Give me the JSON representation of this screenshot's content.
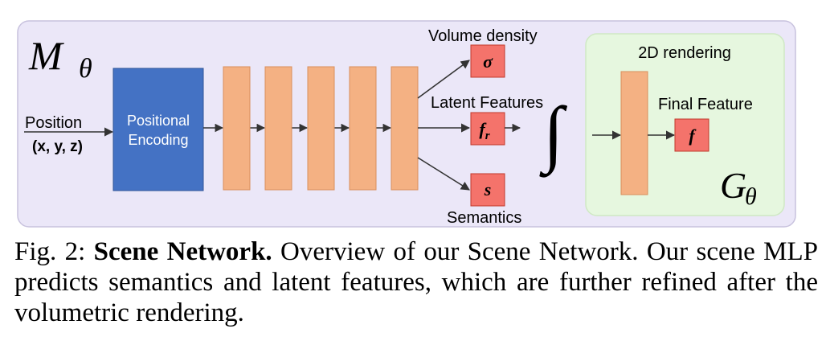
{
  "diagram": {
    "outer_symbol": "M",
    "outer_symbol_subscript": "θ",
    "input_label": "Position",
    "input_coords": "(x, y, z)",
    "encoder_label_line1": "Positional",
    "encoder_label_line2": "Encoding",
    "out_density_label": "Volume density",
    "out_density_symbol": "σ",
    "out_latent_label": "Latent Features",
    "out_latent_symbol": "f",
    "out_latent_subscript": "r",
    "out_semantic_label": "Semantics",
    "out_semantic_symbol": "s",
    "integral_symbol": "∫",
    "render_title": "2D rendering",
    "final_label": "Final Feature",
    "final_symbol": "f",
    "render_symbol": "G",
    "render_symbol_subscript": "θ",
    "colors": {
      "outer_bg": "#ebe7f8",
      "outer_border": "#c8c2de",
      "encoder": "#4472c4",
      "layer": "#f4b183",
      "layer_border": "#d98f5c",
      "output_box": "#f4736b",
      "output_border": "#c0392b",
      "render_bg": "#e6f7df",
      "render_border": "#cfe8c4"
    }
  },
  "caption": {
    "prefix": "Fig. 2: ",
    "bold": "Scene Network.",
    "text": " Overview of our Scene Network. Our scene MLP predicts semantics and latent features, which are further refined after the volumetric rendering."
  }
}
